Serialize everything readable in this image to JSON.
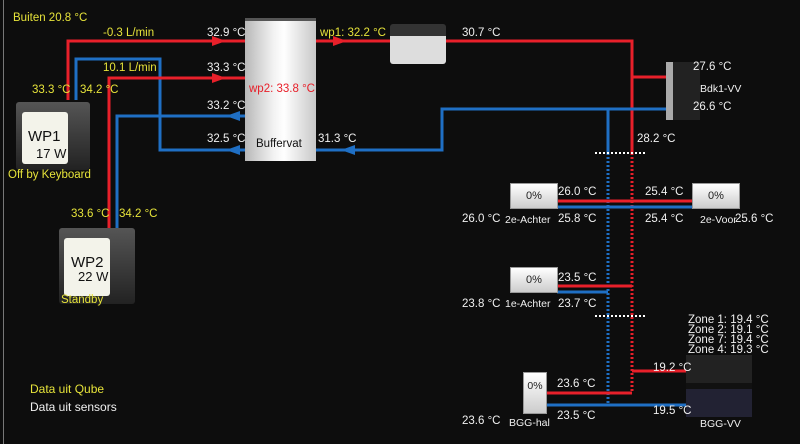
{
  "outside": "Buiten 20.8 °C",
  "wp1": {
    "name": "WP1",
    "power": "17 W",
    "status": "Off by Keyboard",
    "supply_temp": "33.3 °C",
    "return_temp": "34.2 °C",
    "flow": "-0.3 L/min"
  },
  "wp2": {
    "name": "WP2",
    "power": "22 W",
    "status": "Standby",
    "supply_temp": "33.6 °C",
    "return_temp": "34.2 °C",
    "flow": "10.1 L/min"
  },
  "buffer": {
    "name": "Buffervat",
    "in1": "32.9 °C",
    "in2": "33.3 °C",
    "out1": "33.2 °C",
    "out2": "32.5 °C",
    "wp2_temp": "wp2: 33.8 °C",
    "wp1_out": "wp1: 32.2 °C",
    "return": "31.3 °C"
  },
  "pump_out": "30.7 °C",
  "bdk1": {
    "name": "Bdk1-VV",
    "supply": "27.6 °C",
    "return": "26.6 °C"
  },
  "riser_temp": "28.2 °C",
  "rad_2_achter": {
    "name": "2e-Achter",
    "valve": "0%",
    "in": "26.0 °C",
    "out": "25.8 °C",
    "room": "26.0 °C"
  },
  "rad_2_voor": {
    "name": "2e-Voor",
    "valve": "0%",
    "in": "25.4 °C",
    "out": "25.4 °C",
    "room": "25.6 °C"
  },
  "rad_1_achter": {
    "name": "1e-Achter",
    "valve": "0%",
    "in": "23.5 °C",
    "out": "23.7 °C",
    "room": "23.8 °C"
  },
  "bgg_hal": {
    "name": "BGG-hal",
    "valve": "0%",
    "in": "23.6 °C",
    "out": "23.5 °C",
    "room": "23.6 °C"
  },
  "bgg_vv": {
    "name": "BGG-VV",
    "supply": "19.2 °C",
    "return": "19.5 °C",
    "zones": [
      "Zone 1: 19.4 °C",
      "Zone 2: 19.1 °C",
      "Zone 7: 19.4 °C",
      "Zone 4: 19.3 °C"
    ]
  },
  "legend": {
    "qube": "Data uit Qube",
    "sensors": "Data uit sensors"
  },
  "colors": {
    "supply": "#e8202a",
    "return": "#1f6fc4",
    "qube_text": "#e6e33a"
  }
}
